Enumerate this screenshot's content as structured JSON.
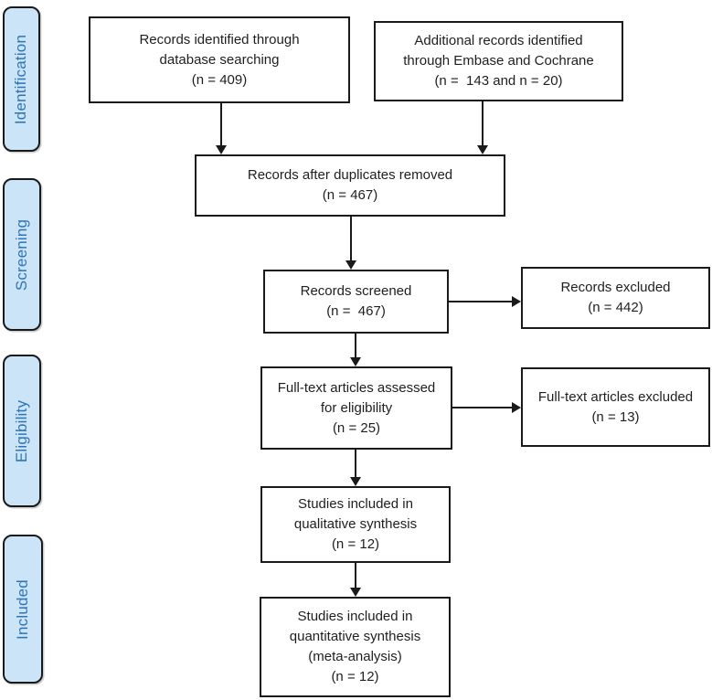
{
  "colors": {
    "background": "#ffffff",
    "box_border": "#1a1a1a",
    "box_text": "#1f1f1f",
    "arrow": "#1a1a1a",
    "stage_fill": "#cbe4f8",
    "stage_border": "#1a1a1a",
    "stage_text": "#2e75b6"
  },
  "stages": [
    {
      "label": "Identification"
    },
    {
      "label": "Screening"
    },
    {
      "label": "Eligibility"
    },
    {
      "label": "Included"
    }
  ],
  "boxes": {
    "records_identified": {
      "lines": [
        "Records identified through",
        "database searching",
        "(n = 409)"
      ]
    },
    "additional_records": {
      "lines": [
        "Additional records identified",
        "through Embase and Cochrane",
        "(n =  143 and n = 20)"
      ]
    },
    "duplicates_removed": {
      "lines": [
        "Records after duplicates removed",
        "(n = 467)"
      ]
    },
    "records_screened": {
      "lines": [
        "Records screened",
        "(n =  467)"
      ]
    },
    "records_excluded": {
      "lines": [
        "Records excluded",
        "(n = 442)"
      ]
    },
    "fulltext_assessed": {
      "lines": [
        "Full-text articles assessed",
        "for eligibility",
        "(n = 25)"
      ]
    },
    "fulltext_excluded": {
      "lines": [
        "Full-text articles excluded",
        "(n = 13)"
      ]
    },
    "qualitative_synthesis": {
      "lines": [
        "Studies included in",
        "qualitative synthesis",
        "(n = 12)"
      ]
    },
    "quantitative_synthesis": {
      "lines": [
        "Studies included in",
        "quantitative synthesis",
        "(meta-analysis)",
        "(n = 12)"
      ]
    }
  }
}
